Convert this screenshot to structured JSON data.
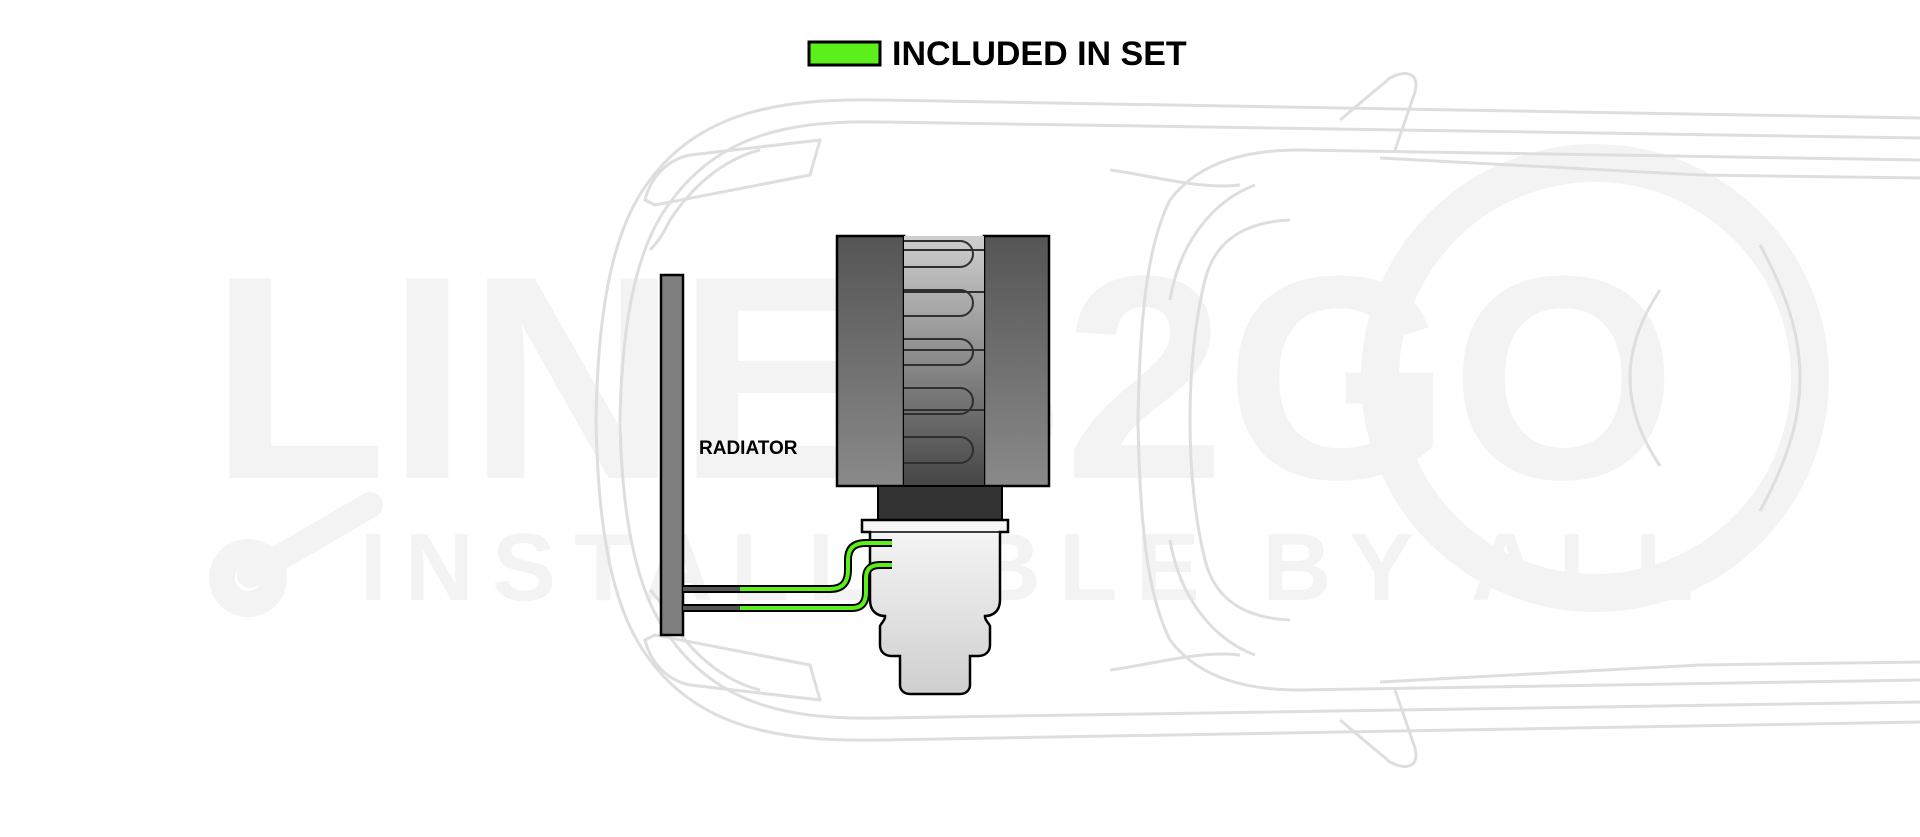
{
  "legend": {
    "label": "INCLUDED IN SET",
    "swatch_color": "#5cf01a"
  },
  "labels": {
    "radiator": "RADIATOR"
  },
  "watermark": {
    "brand": "LINES2GO",
    "tagline": "INSTALLABLE BY ALL"
  },
  "colors": {
    "included_line": "#5cf01a",
    "existing_line": "#555555",
    "outline": "#000000",
    "car_outline": "#dedede",
    "watermark": "#f3f3f3",
    "radiator_fill": "#7f7f7f"
  }
}
